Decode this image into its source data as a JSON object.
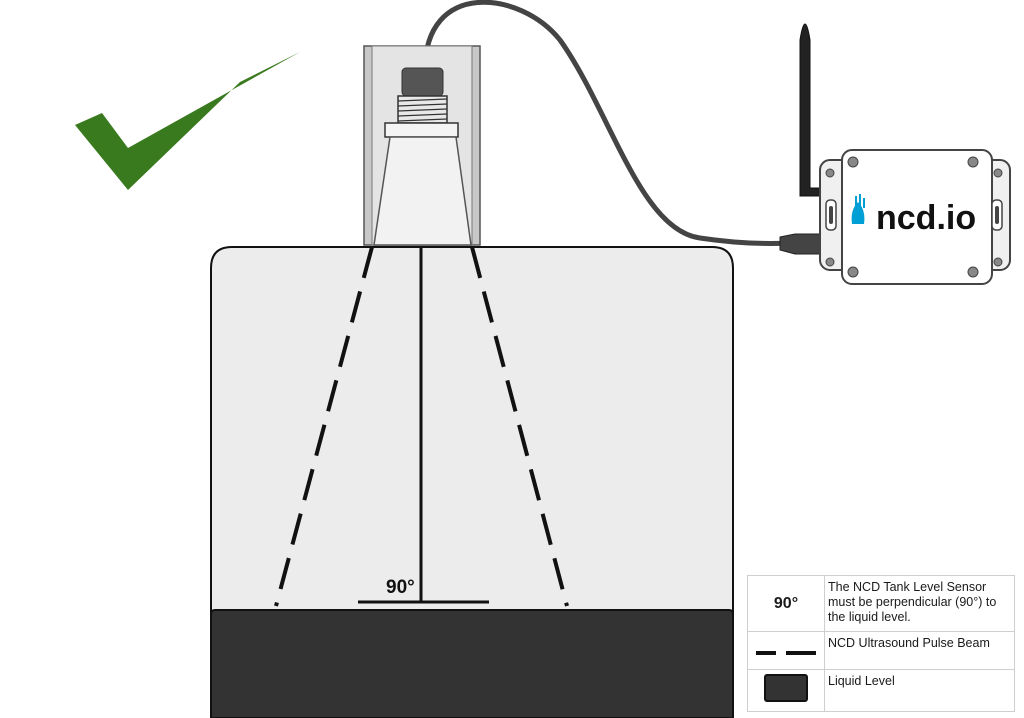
{
  "diagram": {
    "angle_label": "90°",
    "logo_text": "ncd.io"
  },
  "legend": {
    "rows": [
      {
        "symbol": "90°",
        "text": "The NCD Tank Level Sensor must be perpendicular (90°) to the liquid level."
      },
      {
        "symbol": "dashed-line",
        "text": "NCD Ultrasound Pulse Beam"
      },
      {
        "symbol": "liquid-swatch",
        "text": "Liquid Level"
      }
    ]
  },
  "colors": {
    "checkmark": "#3a7a1e",
    "tank_fill": "#ececec",
    "liquid": "#333333",
    "gateway_logo": "#00a0d6"
  }
}
